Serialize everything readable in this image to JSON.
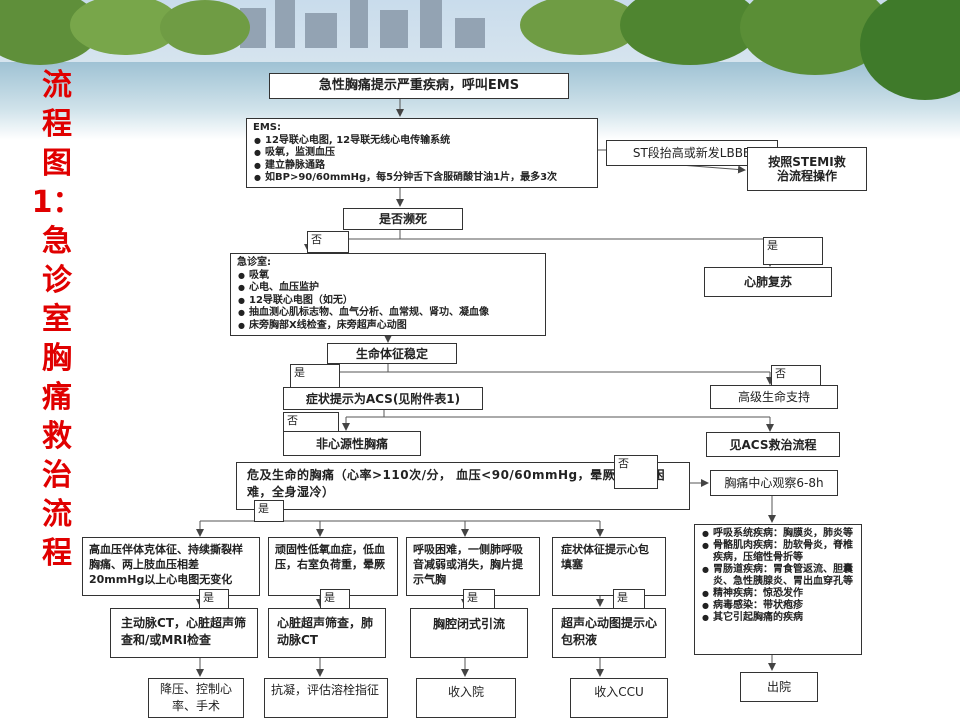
{
  "side_title": "流程图1：急诊室胸痛救治流程",
  "nodes": {
    "top": "急性胸痛提示严重疾病，呼叫EMS",
    "ems_title": "EMS:",
    "ems_items": [
      "12导联心电图, 12导联无线心电传输系统",
      "吸氧，监测血压",
      "建立静脉通路",
      "如BP>90/60mmHg，每5分钟舌下含服硝酸甘油1片，最多3次"
    ],
    "st": "ST段抬高或新发LBBB",
    "stemi": "按照STEMI救治流程操作",
    "dying": "是否濒死",
    "cpr": "心肺复苏",
    "er_title": "急诊室:",
    "er_items": [
      "吸氧",
      "心电、血压监护",
      "12导联心电图（如无）",
      "抽血测心肌标志物、血气分析、血常规、肾功、凝血像",
      "床旁胸部X线检查，床旁超声心动图"
    ],
    "vital": "生命体征稳定",
    "acs_hint": "症状提示为ACS(见附件表1)",
    "advanced": "高级生命支持",
    "noncardiac": "非心源性胸痛",
    "acs_flow": "见ACS救治流程",
    "danger": "危及生命的胸痛（心率>110次/分， 血压<90/60mmHg，晕厥或呼吸困难，全身湿冷）",
    "observe": "胸痛中心观察6-8h",
    "c1": "高血压伴体克体征、持续撕裂样胸痛、两上肢血压相差20mmHg以上心电图无变化",
    "c2": "顽固性低氧血症，低血压，右室负荷重，晕厥",
    "c3": "呼吸困难，一侧肺呼吸音减弱或消失，胸片提示气胸",
    "c4": "症状体征提示心包填塞",
    "d1": "主动脉CT，心脏超声筛查和/或MRI检查",
    "d2": "心脏超声筛查，肺动脉CT",
    "d3": "胸腔闭式引流",
    "d4": "超声心动图提示心包积液",
    "e1": "降压、控制心率、手术",
    "e2": "抗凝，评估溶栓指征",
    "e3": "收入院",
    "e4": "收入CCU",
    "other_items": [
      "呼吸系统疾病：胸膜炎，肺炎等",
      "骨骼肌肉疾病：肋软骨炎，脊椎疾病，压缩性骨折等",
      "胃肠道疾病：胃食管返流、胆囊炎、急性胰腺炎、胃出血穿孔等",
      "精神疾病：惊恐发作",
      "病毒感染：带状疱疹",
      "其它引起胸痛的疾病"
    ],
    "discharge": "出院"
  },
  "labels": {
    "yes": "是",
    "no": "否"
  }
}
